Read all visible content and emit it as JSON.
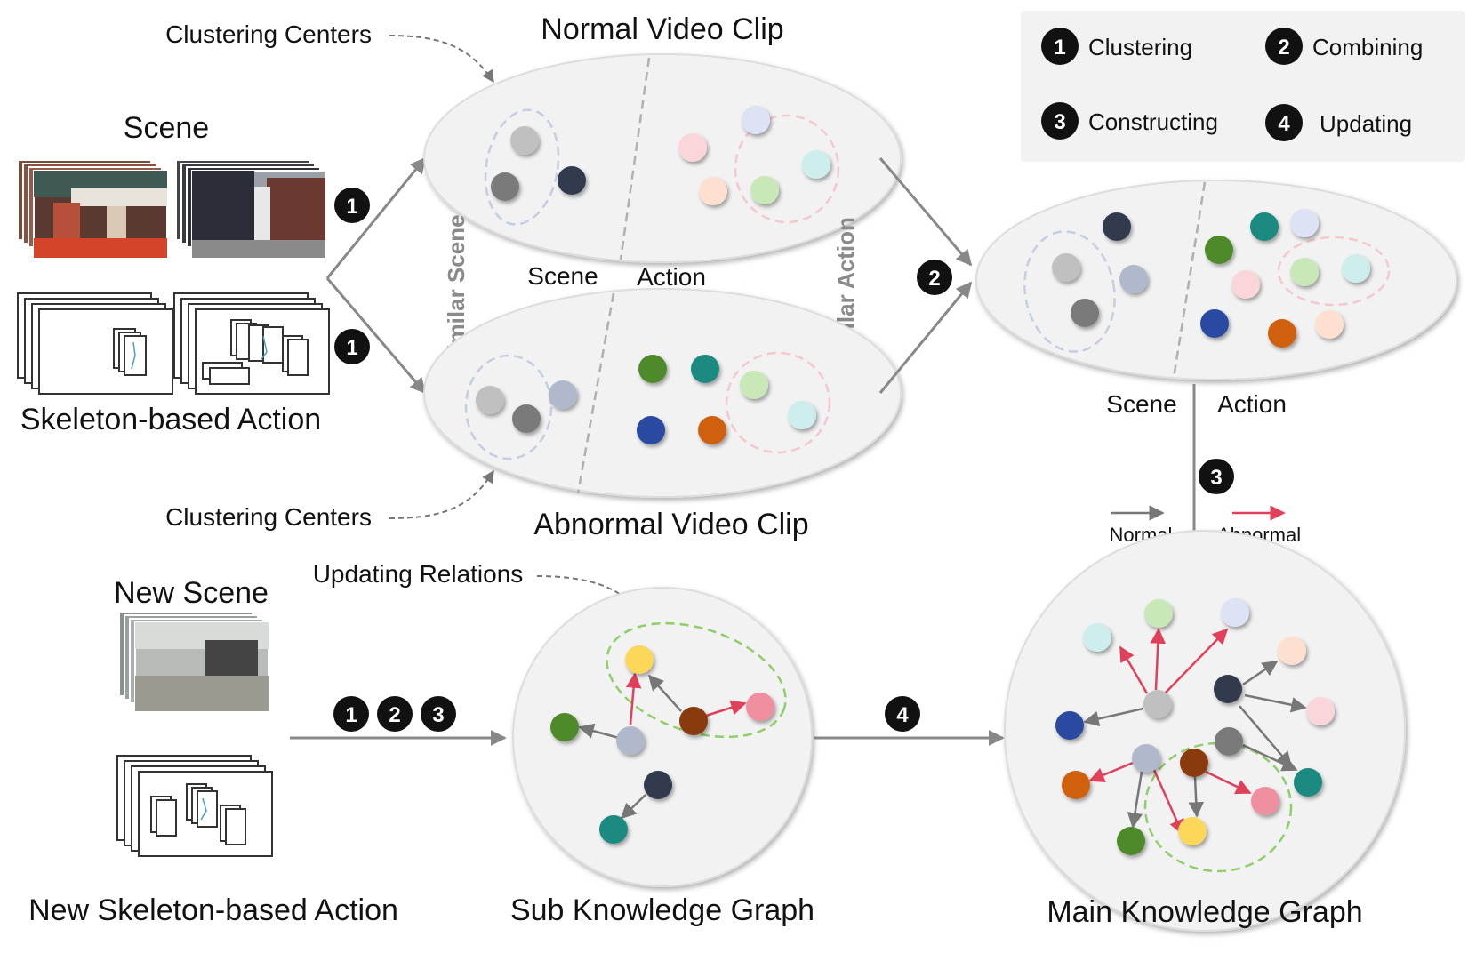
{
  "legend": {
    "items": [
      {
        "num": "1",
        "label": "Clustering"
      },
      {
        "num": "2",
        "label": "Combining"
      },
      {
        "num": "3",
        "label": "Constructing"
      },
      {
        "num": "4",
        "label": "Updating"
      }
    ]
  },
  "labels": {
    "scene": "Scene",
    "skeleton_action": "Skeleton-based Action",
    "normal_clip": "Normal Video Clip",
    "abnormal_clip": "Abnormal Video Clip",
    "clustering_centers_top": "Clustering Centers",
    "clustering_centers_bottom": "Clustering Centers",
    "similar_scene": "Similar Scene",
    "similar_action": "Similar Action",
    "mid_scene": "Scene",
    "mid_action": "Action",
    "combined_scene": "Scene",
    "combined_action": "Action",
    "new_scene": "New Scene",
    "updating_relations": "Updating Relations",
    "new_skeleton_action": "New Skeleton-based Action",
    "sub_kg": "Sub Knowledge Graph",
    "main_kg": "Main Knowledge Graph",
    "normal_edge": "Normal",
    "abnormal_edge": "Abnormal"
  },
  "steps": {
    "s1": "1",
    "s2": "2",
    "s3": "3",
    "s4": "4"
  },
  "colors": {
    "normal_edge": "#777777",
    "abnormal_edge": "#e0405a",
    "ellipse_fill": "#f2f2f2",
    "scene_dash": "#c5cde0",
    "action_dash": "#f4c8cf",
    "update_dash": "#8ecf6a",
    "legend_bg": "#f2f2f2"
  }
}
